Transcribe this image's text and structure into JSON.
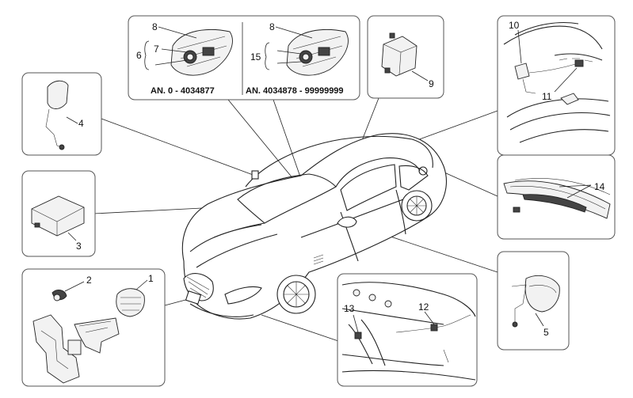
{
  "labels": {
    "n1": "1",
    "n2": "2",
    "n3": "3",
    "n4": "4",
    "n5": "5",
    "n6": "6",
    "n7": "7",
    "n8a": "8",
    "n8b": "8",
    "n9": "9",
    "n10": "10",
    "n11": "11",
    "n12": "12",
    "n13": "13",
    "n14": "14",
    "n15": "15"
  },
  "captions": {
    "left_range": "AN. 0 - 4034877",
    "right_range": "AN. 4034878 - 99999999"
  }
}
